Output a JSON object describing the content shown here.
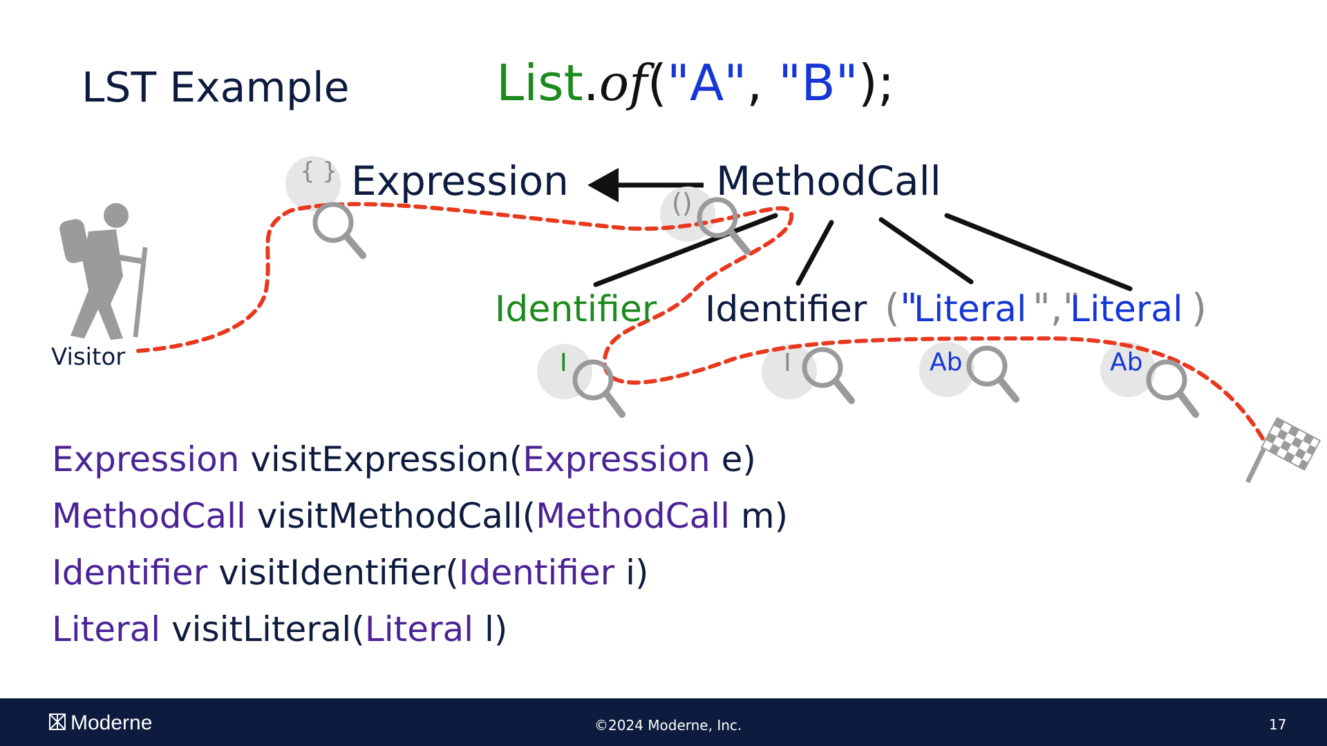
{
  "slide": {
    "title": "LST Example",
    "code": {
      "list": "List",
      "dot": ".",
      "of": "of",
      "open": "(",
      "a": "\"A\"",
      "comma": ", ",
      "b": "\"B\"",
      "close": ");"
    },
    "tree": {
      "root": "MethodCall",
      "parent": "Expression",
      "parent_icon_glyph": "{ }",
      "root_icon_glyph": "()",
      "children": {
        "identifier_1": "Identifier",
        "identifier_2": "Identifier",
        "paren_open": "(",
        "quote_1": "\"",
        "literal_1": "Literal",
        "quote_2": "\",\"",
        "literal_2": "Literal",
        "paren_close": ")"
      },
      "badges": {
        "identifier_1": "I",
        "identifier_2": "I",
        "literal_1": "Ab",
        "literal_2": "Ab"
      },
      "visitor_label": "Visitor"
    },
    "visit_methods": [
      {
        "type": "Expression",
        "method": " visitExpression(",
        "param_type": "Expression",
        "param": " e)"
      },
      {
        "type": "MethodCall",
        "method": " visitMethodCall(",
        "param_type": "MethodCall",
        "param": " m)"
      },
      {
        "type": "Identifier",
        "method": " visitIdentifier(",
        "param_type": "Identifier",
        "param": " i)"
      },
      {
        "type": "Literal",
        "method": " visitLiteral(",
        "param_type": "Literal",
        "param": " l)"
      }
    ]
  },
  "footer": {
    "logo_text": "Moderne",
    "copyright": "©2024 Moderne, Inc.",
    "page_number": "17"
  },
  "icons": [
    "hiker-icon",
    "magnifier-icon",
    "checkered-flag-icon",
    "moderne-logo-icon",
    "arrow-left-icon"
  ],
  "colors": {
    "navy": "#0d1b3e",
    "green": "#1d8a1d",
    "blue": "#1736d6",
    "purple": "#4b2396",
    "path_red": "#e8391e"
  }
}
